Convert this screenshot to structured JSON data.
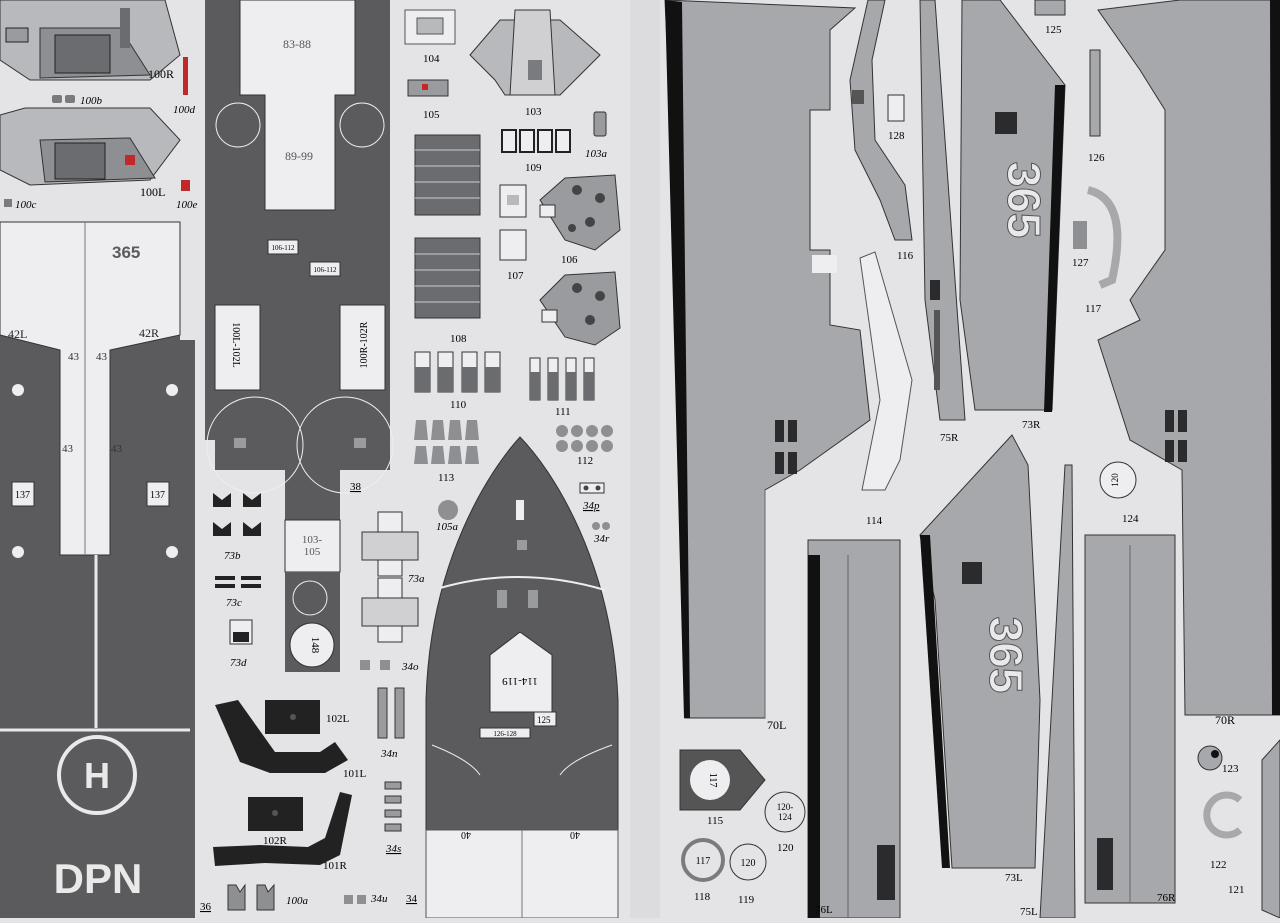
{
  "colors": {
    "paper": "#e4e4e6",
    "dark_deck": "#5b5b5d",
    "light_hull": "#a7a8ab",
    "pale": "#eeeef0",
    "black": "#111111",
    "red": "#c0282a"
  },
  "left_page": {
    "page_number": "36",
    "deck_labels": {
      "hull_number": "365",
      "l42": "42L",
      "r42": "42R",
      "n43a": "43",
      "n43b": "43",
      "n43c": "43",
      "n43d": "43",
      "n43e": "43",
      "n137a": "137",
      "n137b": "137",
      "helipad_letter": "H",
      "deck_code": "DPN"
    },
    "part_labels": {
      "p100R": "100R",
      "p100L": "100L",
      "p100b": "100b",
      "p100c": "100c",
      "p100d": "100d",
      "p100e": "100e"
    }
  },
  "middle_page": {
    "page_number": "34",
    "deck_labels": {
      "r83_88": "83-88",
      "r89_99": "89-99",
      "r106_112a": "106-112",
      "r106_112b": "106-112",
      "r100L_102L": "100L-102L",
      "r100R_102R": "100R-102R",
      "r103_105": "103-\n105",
      "n148": "148",
      "n38": "38"
    },
    "part_labels": {
      "p104": "104",
      "p105": "105",
      "p103": "103",
      "p103a": "103a",
      "p109": "109",
      "p107": "107",
      "p106": "106",
      "p108": "108",
      "p110": "110",
      "p111": "111",
      "p112": "112",
      "p113": "113",
      "p105a": "105a",
      "p34p": "34p",
      "p34r": "34r",
      "p73a": "73a",
      "p73b": "73b",
      "p73c": "73c",
      "p73d": "73d",
      "p34o": "34o",
      "p34n": "34n",
      "p34s": "34s",
      "p34u": "34u",
      "p100a": "100a",
      "p102L": "102L",
      "p101L": "101L",
      "p102R": "102R",
      "p101R": "101R"
    },
    "bow_labels": {
      "r114_119": "114-119",
      "r126_128": "126-128",
      "n125": "125",
      "n40a": "40",
      "n40b": "40"
    }
  },
  "right_page": {
    "hull_number_a": "365",
    "hull_number_b": "365",
    "part_labels": {
      "p70L": "70L",
      "p70R": "70R",
      "p73R": "73R",
      "p73L": "73L",
      "p75R": "75R",
      "p75L": "75L",
      "p76L": "76L",
      "p76R": "76R",
      "p114": "114",
      "p115": "115",
      "p116": "116",
      "p117": "117",
      "p118": "118",
      "p119": "119",
      "p120": "120",
      "p121": "121",
      "p122": "122",
      "p123": "123",
      "p124": "124",
      "p125": "125",
      "p126": "126",
      "p127": "127",
      "p128": "128",
      "c117a": "117",
      "c117b": "117",
      "c120a": "120",
      "c120b": "120",
      "c120_124": "120-\n124"
    }
  }
}
